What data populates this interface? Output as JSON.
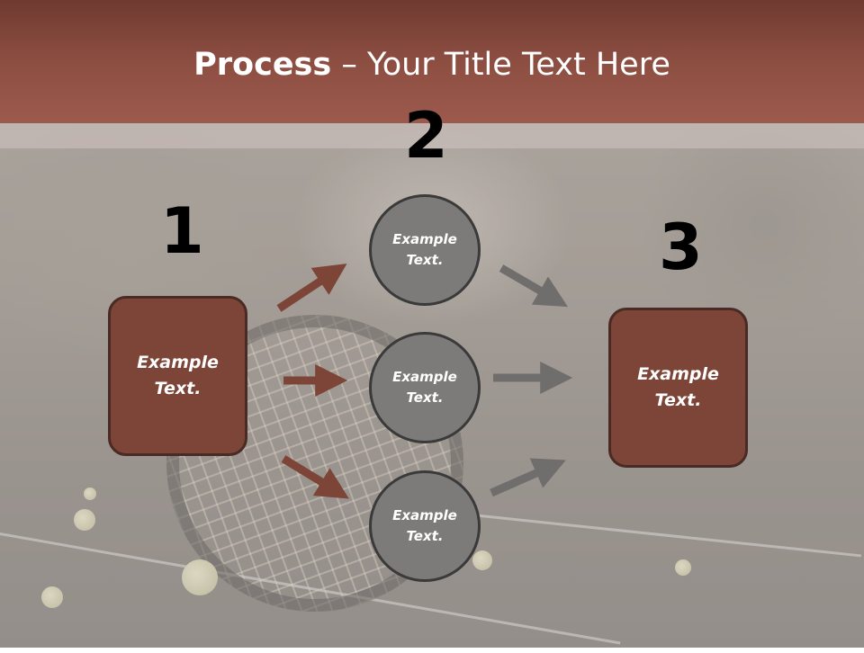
{
  "slide": {
    "title_bold": "Process",
    "title_rest": " – Your Title Text Here",
    "step_numbers": [
      "1",
      "2",
      "3"
    ],
    "left_box": "Example Text.",
    "circles": [
      "Example Text.",
      "Example Text.",
      "Example Text."
    ],
    "right_box": "Example Text."
  },
  "colors": {
    "title_bar": "#8d4e42",
    "box_fill": "#7c4538",
    "circle_fill": "#7d7b7a",
    "arrow_brown": "#7c4538",
    "arrow_gray": "#6f6e6c"
  },
  "background": "tennis court photo with racket and balls"
}
